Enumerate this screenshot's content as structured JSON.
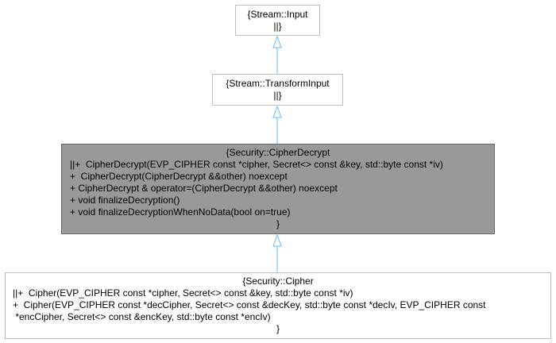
{
  "nodes": {
    "input": {
      "lines": [
        "{Stream::Input",
        "||}"
      ]
    },
    "transform_input": {
      "lines": [
        "{Stream::TransformInput",
        "||}"
      ]
    },
    "cipher_decrypt": {
      "lines": [
        "{Security::CipherDecrypt",
        "||+  CipherDecrypt(EVP_CIPHER const *cipher, Secret<> const &key, std::byte const *iv)",
        "+  CipherDecrypt(CipherDecrypt &&other) noexcept",
        "+ CipherDecrypt & operator=(CipherDecrypt &&other) noexcept",
        "+ void finalizeDecryption()",
        "+ void finalizeDecryptionWhenNoData(bool on=true)",
        "}"
      ]
    },
    "cipher": {
      "lines": [
        "{Security::Cipher",
        "||+  Cipher(EVP_CIPHER const *cipher, Secret<> const &key, std::byte const *iv)",
        "+  Cipher(EVP_CIPHER const *decCipher, Secret<> const &decKey, std::byte const *decIv, EVP_CIPHER const",
        " *encCipher, Secret<> const &encKey, std::byte const *encIv)",
        "}"
      ]
    }
  },
  "colors": {
    "edge": "#63b8ff",
    "focus_fill": "#999999",
    "node_border": "#bfbfbf"
  }
}
